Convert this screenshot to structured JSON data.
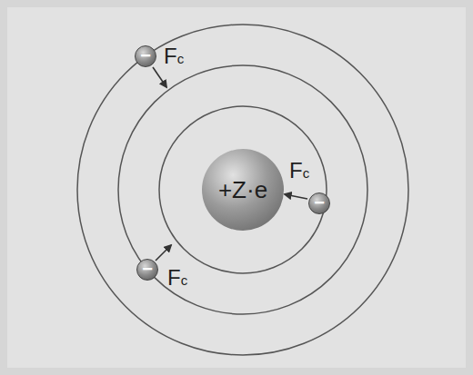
{
  "diagram": {
    "nodes": [
      {
        "text": [
          "−"
        ]
      },
      {
        "text": [
          "+Z·e"
        ]
      },
      {
        "text": [
          "−"
        ]
      },
      {
        "text": [
          "−"
        ]
      }
    ],
    "labels": [
      "Fc",
      "Fc",
      "Fc"
    ]
  }
}
